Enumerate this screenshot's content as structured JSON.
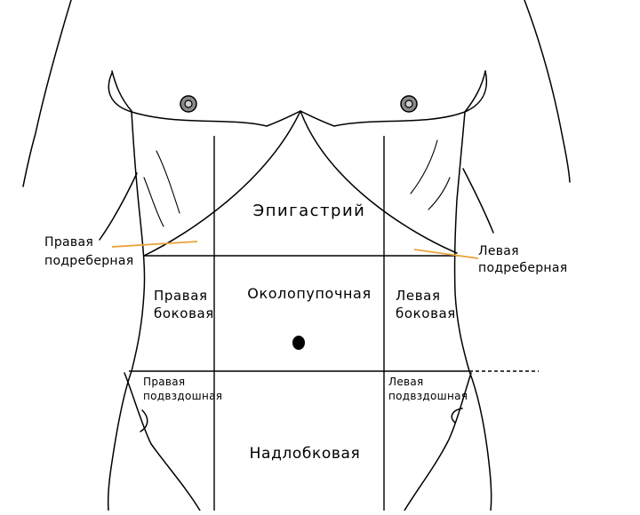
{
  "colors": {
    "outline": "#000000",
    "leader": "#e8a33d",
    "nipple_fill": "#8a8a8a",
    "background": "#ffffff"
  },
  "regions": {
    "epigastric": "Эпигастрий",
    "right_hypochondriac": [
      "Правая",
      "подреберная"
    ],
    "left_hypochondriac": [
      "Левая",
      "подреберная"
    ],
    "umbilical": "Околопупочная",
    "right_lateral": [
      "Правая",
      "боковая"
    ],
    "left_lateral": [
      "Левая",
      "боковая"
    ],
    "right_iliac": [
      "Правая",
      "подвздошная"
    ],
    "left_iliac": [
      "Левая",
      "подвздошная"
    ],
    "hypogastric": "Надлобковая"
  }
}
